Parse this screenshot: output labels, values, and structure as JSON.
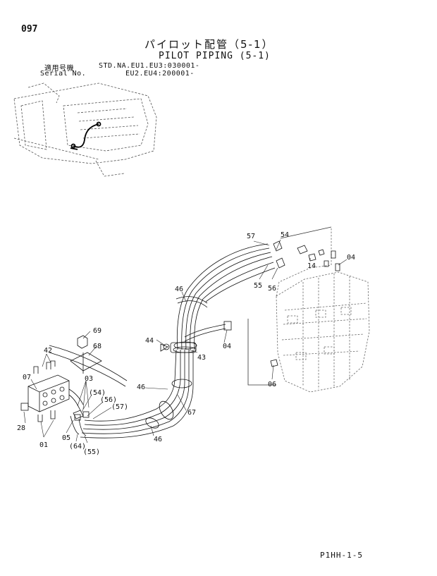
{
  "header": {
    "page_number": "097",
    "title_jp": "パイロット配管（5-1）",
    "title_en": "PILOT PIPING (5-1)",
    "serial_label_jp": "適用号機",
    "serial_label_en": "Serial No.",
    "serial_line1": "STD.NA.EU1.EU3:030001-",
    "serial_line2": "EU2.EU4:200001-"
  },
  "callouts": {
    "c57a": "57",
    "c54a": "54",
    "c14": "14",
    "c04a": "04",
    "c46a": "46",
    "c55a": "55",
    "c56a": "56",
    "c69": "69",
    "c68": "68",
    "c44": "44",
    "c43": "43",
    "c04b": "04",
    "c42": "42",
    "c07": "07",
    "c03": "03",
    "c54b": "(54)",
    "c56b": "(56)",
    "c57b": "(57)",
    "c46b": "46",
    "c67": "67",
    "c06": "06",
    "c28": "28",
    "c01": "01",
    "c05": "05",
    "c64": "(64)",
    "c55b": "(55)",
    "c46c": "46"
  },
  "footer": {
    "code": "P1HH-1-5"
  }
}
